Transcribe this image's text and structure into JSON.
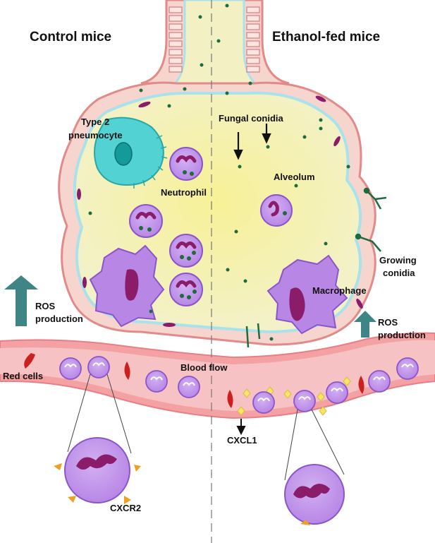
{
  "titles": {
    "left": "Control mice",
    "right": "Ethanol-fed mice"
  },
  "labels": {
    "type2_line1": "Type 2",
    "type2_line2": "pneumocyte",
    "neutrophil": "Neutrophil",
    "fungal_conidia": "Fungal conidia",
    "alveolum": "Alveolum",
    "growing_line1": "Growing",
    "growing_line2": "conidia",
    "macrophage": "Macrophage",
    "ros_left_line1": "ROS",
    "ros_left_line2": "production",
    "ros_right_line1": "ROS",
    "ros_right_line2": "production",
    "red_cells": "Red cells",
    "blood_flow": "Blood flow",
    "cxcl1": "CXCL1",
    "cxcr2": "CXCR2"
  },
  "colors": {
    "alveolus_fill": "#f3f1c4",
    "alveolus_glow": "#f6f1a0",
    "wall_pink": "#f6d5cf",
    "wall_outline": "#e28a8a",
    "lining_cyan": "#9fdfe8",
    "pneumocyte": "#52d2d2",
    "pneumocyte_nucleus": "#159a9a",
    "cell_purple": "#c9a0ec",
    "cell_outline": "#8a55c8",
    "nucleus": "#8a1c6a",
    "conidia": "#1e6b3c",
    "vessel": "#f3a1a3",
    "red_cell": "#cc1f1f",
    "chemokine": "#f7e468",
    "receptor": "#f0a020",
    "ros_arrow": "#3f8585",
    "divider": "#777777"
  },
  "icons": [
    "arrow-up-icon",
    "arrow-down-icon",
    "receptor-triangle-icon",
    "chemokine-diamond-icon"
  ]
}
